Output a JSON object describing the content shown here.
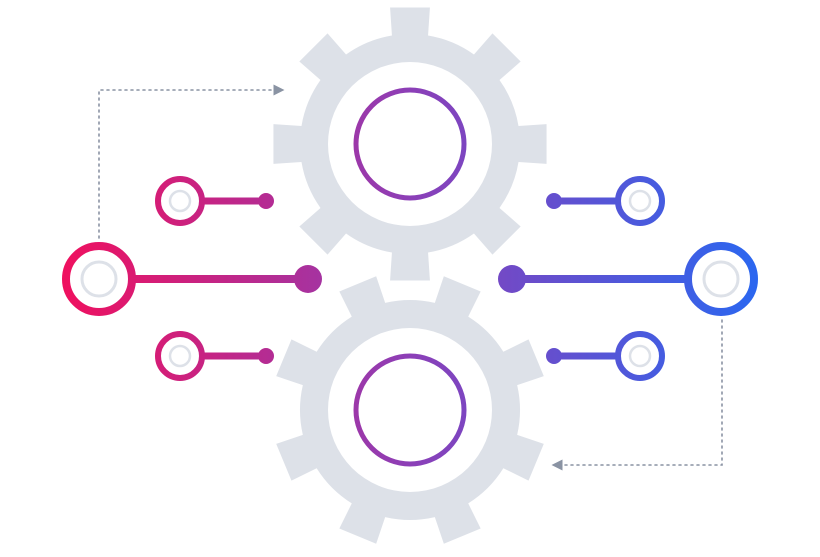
{
  "diagram": {
    "kind": "gears-with-connector-nodes",
    "colors": {
      "gear_fill": "#dde1e8",
      "node_inner_fill": "#ffffff",
      "node_inner_stroke": "#dde1e8",
      "arrow_color": "#8a93a3",
      "gradient_left": "#f0105e",
      "gradient_mid": "#8c3fb7",
      "gradient_right": "#2a67f0"
    },
    "gears": [
      {
        "name": "gear-top",
        "teeth": 8
      },
      {
        "name": "gear-bottom",
        "teeth": 8
      }
    ],
    "connectors": [
      {
        "name": "connector-left-large",
        "side": "left",
        "size": "large"
      },
      {
        "name": "connector-left-upper",
        "side": "left",
        "size": "small"
      },
      {
        "name": "connector-left-lower",
        "side": "left",
        "size": "small"
      },
      {
        "name": "connector-right-large",
        "side": "right",
        "size": "large"
      },
      {
        "name": "connector-right-upper",
        "side": "right",
        "size": "small"
      },
      {
        "name": "connector-right-lower",
        "side": "right",
        "size": "small"
      }
    ],
    "arrows": [
      {
        "name": "dotted-arrow-top-left",
        "direction": "right"
      },
      {
        "name": "dotted-arrow-bottom-right",
        "direction": "left"
      }
    ]
  }
}
